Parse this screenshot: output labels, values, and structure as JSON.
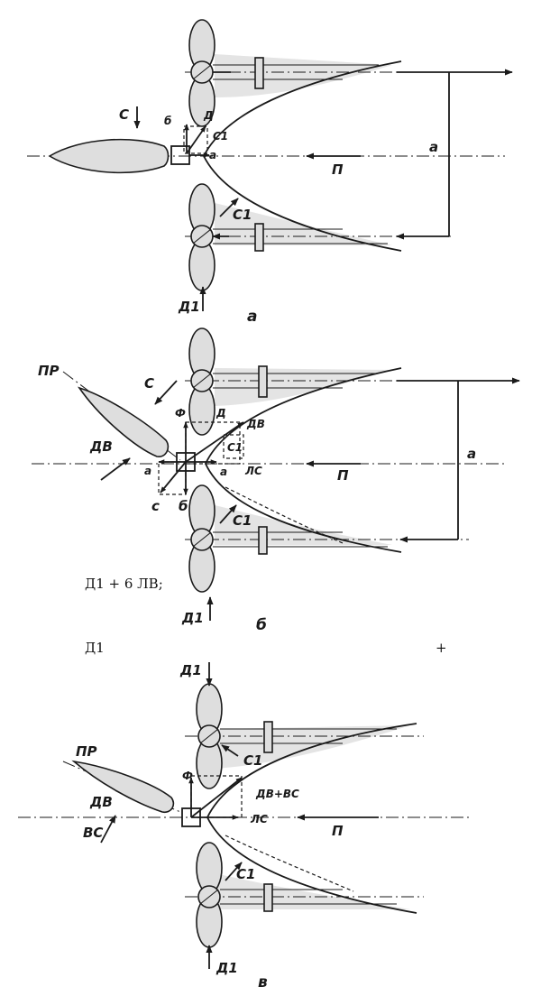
{
  "colors": {
    "ink": "#1a1a1a",
    "shade": "#dedede",
    "paper": "#ffffff"
  },
  "panel_a": {
    "caption": "а",
    "label_c": "С",
    "label_b": "б",
    "label_d": "Д",
    "label_c1_top": "С1",
    "label_a_small": "а",
    "label_a_right": "а",
    "label_p": "П",
    "label_c1_bottom": "С1",
    "label_d1": "Д1"
  },
  "panel_b": {
    "caption": "б",
    "label_pr": "ПР",
    "label_c": "С",
    "label_f": "Ф",
    "label_d": "Д",
    "label_dv_right": "ДВ",
    "label_c1_box": "С1",
    "label_dv_left": "ДВ",
    "label_a_left": "а",
    "label_a_mid": "а",
    "label_lc": "ЛС",
    "label_p": "П",
    "label_a_right": "а",
    "label_c_low": "с",
    "label_b_low": "б",
    "label_c1_bottom": "С1",
    "label_d1": "Д1"
  },
  "panel_v": {
    "caption": "в",
    "label_d1_top": "Д1",
    "label_pr": "ПР",
    "label_f": "Ф",
    "label_c1_top": "С1",
    "label_dv_vc": "ДВ+ВС",
    "label_dv": "ДВ",
    "label_vc": "ВС",
    "label_lc": "ЛС",
    "label_p": "П",
    "label_c1_bottom": "С1",
    "label_d1_bottom": "Д1"
  },
  "text_overlay": {
    "formula": "Д1 + 6 ЛВ;",
    "d1_line": "Д1",
    "plus": "+"
  }
}
